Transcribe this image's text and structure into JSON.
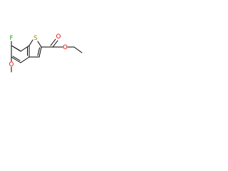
{
  "colors": {
    "bond": "#000000",
    "sulfur": "#9a8a00",
    "fluorine": "#19a10f",
    "oxygen": "#e10000"
  },
  "atoms": {
    "fluorine_label": "F",
    "sulfur_label": "S",
    "methoxy_oxygen_label": "O",
    "carbonyl_oxygen_label": "O",
    "ester_oxygen_label": "O"
  }
}
